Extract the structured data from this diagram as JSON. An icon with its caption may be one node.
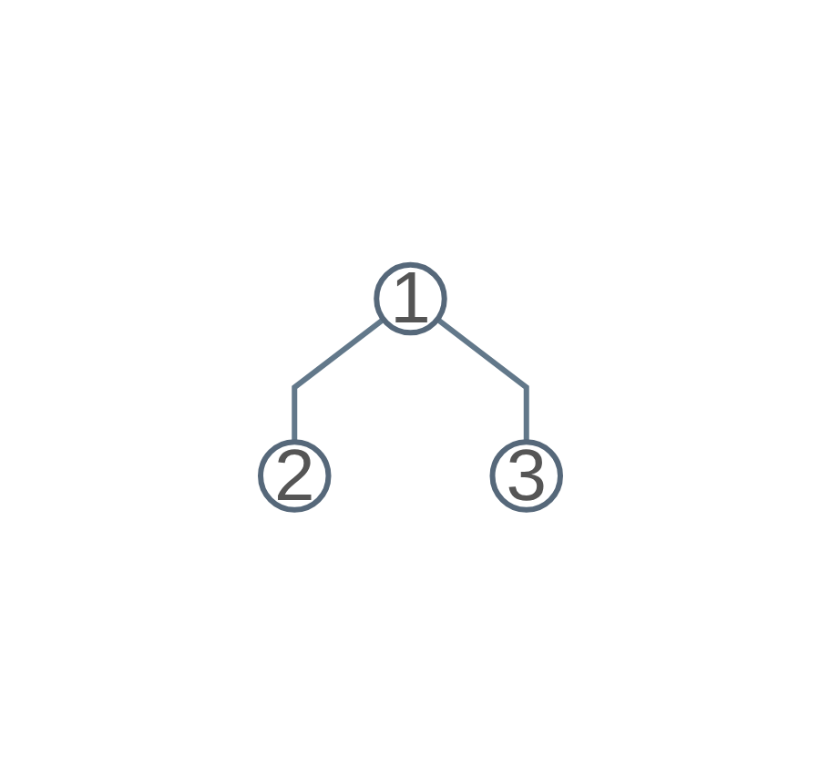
{
  "diagram": {
    "nodes": [
      {
        "text": [
          "1"
        ]
      },
      {
        "text": [
          "2"
        ]
      },
      {
        "text": [
          "3"
        ]
      }
    ],
    "edges": [
      {
        "from": 0,
        "to": 1,
        "arrow": "none"
      },
      {
        "from": 0,
        "to": 2,
        "arrow": "none"
      }
    ]
  }
}
